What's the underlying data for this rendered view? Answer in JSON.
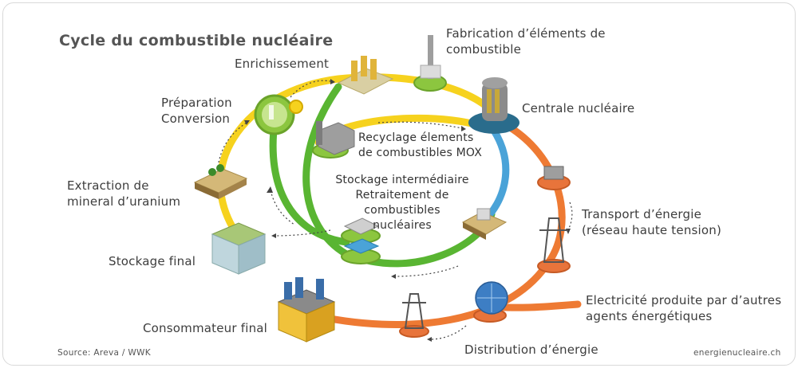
{
  "title": "Cycle du combustible nucléaire",
  "labels": {
    "fabrication": "Fabrication d’éléments de\ncombustible",
    "enrichissement": "Enrichissement",
    "preparation": "Préparation\nConversion",
    "centrale": "Centrale nucléaire",
    "extraction": "Extraction de\nmineral d’uranium",
    "recyclage": "Recyclage élements\nde combustibles MOX",
    "stockage_intermediaire": "Stockage intermédiaire\nRetraitement de combustibles\nnucléaires",
    "transport": "Transport d’énergie\n(réseau haute tension)",
    "stockage_final": "Stockage final",
    "electricite": "Electricité produite par d’autres\nagents énergétiques",
    "consommateur": "Consommateur final",
    "distribution": "Distribution d’énergie"
  },
  "footer": {
    "source": "Source: Areva / WWK",
    "site": "energienucleaire.ch"
  },
  "colors": {
    "yellow": "#f6d21e",
    "green": "#59b532",
    "orange": "#ee7a33",
    "blue": "#4aa3d8",
    "node_green": "#8cc63f",
    "node_orange": "#e8743b"
  }
}
